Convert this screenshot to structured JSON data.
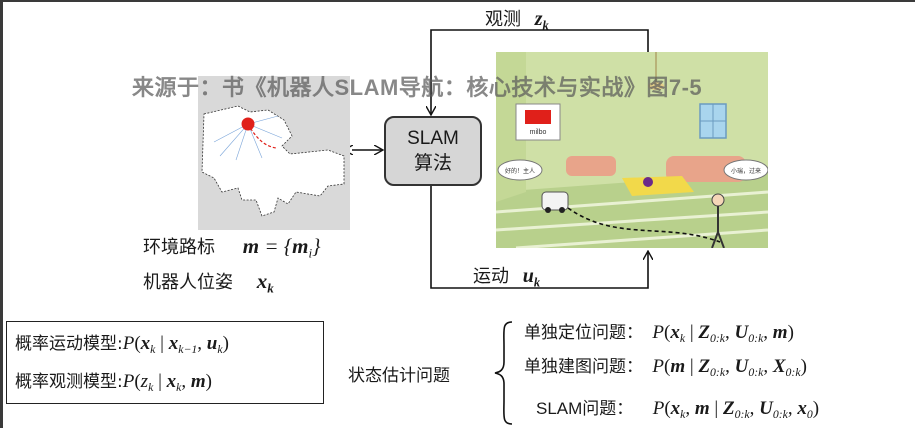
{
  "watermark": "来源于：书《机器人SLAM导航：核心技术与实战》图7-5",
  "slam_box": {
    "line1": "SLAM",
    "line2": "算法"
  },
  "top_label": {
    "text": "观测",
    "var": "z",
    "sub": "k"
  },
  "bottom_label": {
    "text": "运动",
    "var": "u",
    "sub": "k"
  },
  "landmark": {
    "label": "环境路标",
    "lhs": "m",
    "rhs": "m",
    "sub": "i"
  },
  "pose": {
    "label": "机器人位姿",
    "var": "x",
    "sub": "k"
  },
  "room": {
    "logo_text": "milbo",
    "bubble_left": "好的！主人",
    "bubble_right": "小瑞，过来"
  },
  "models": {
    "motion_label": "概率运动模型:",
    "observation_label": "概率观测模型:"
  },
  "state_estimation": {
    "label": "状态估计问题",
    "localization_label": "单独定位问题：",
    "mapping_label": "单独建图问题：",
    "slam_label": "SLAM问题："
  },
  "colors": {
    "slam_box_fill": "#d6d6d6",
    "room_wall": "#cfe0a6",
    "room_floor": "#b8d08c",
    "sofa": "#e8a48a",
    "table": "#f2d94a",
    "robot_marker": "#e0201a"
  }
}
